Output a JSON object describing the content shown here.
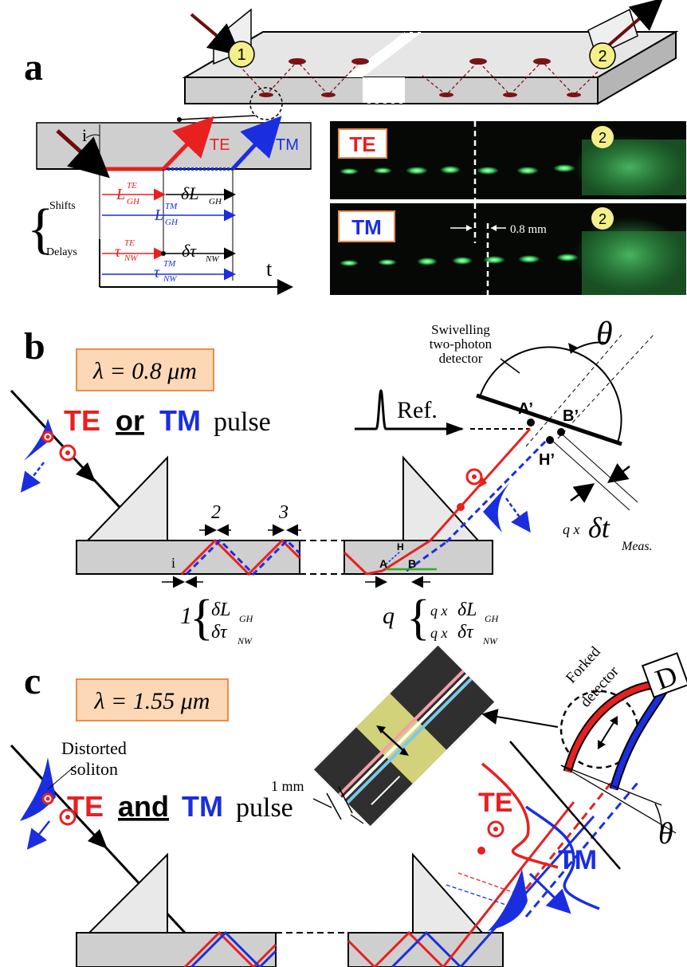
{
  "panel_a": {
    "label": "a",
    "port1": "1",
    "port2": "2",
    "angle_i": "i",
    "te": "TE",
    "tm": "TM",
    "shifts": "Shifts",
    "delays": "Delays",
    "l_gh_te": "L",
    "l_gh_te_sup": "TE",
    "l_gh_te_sub": "GH",
    "l_gh_tm": "L",
    "l_gh_tm_sup": "TM",
    "l_gh_tm_sub": "GH",
    "delta_l": "δL",
    "delta_l_sub": "GH",
    "tau_te": "τ",
    "tau_te_sup": "TE",
    "tau_te_sub": "NW",
    "tau_tm": "τ",
    "tau_tm_sup": "TM",
    "tau_tm_sub": "NW",
    "delta_tau": "δτ",
    "delta_tau_sub": "NW",
    "t_axis": "t",
    "photo_te_label": "TE",
    "photo_tm_label": "TM",
    "photo_port": "2",
    "scale_08mm": "0.8 mm"
  },
  "panel_b": {
    "label": "b",
    "wavelength": "λ = 0.8 μm",
    "pulse_te": "TE",
    "pulse_or": "or",
    "pulse_tm": "TM",
    "pulse_word": "pulse",
    "ref": "Ref.",
    "detector_line1": "Swivelling",
    "detector_line2": "two-photon",
    "detector_line3": "detector",
    "theta": "θ",
    "a_prime": "A’",
    "b_prime": "B’",
    "h_prime": "H’",
    "num2": "2",
    "num3": "3",
    "angle_i": "i",
    "pt_a": "A",
    "pt_b": "B",
    "pt_h": "H",
    "one": "1",
    "q": "q",
    "delta_l": "δL",
    "delta_l_sub": "GH",
    "delta_tau": "δτ",
    "delta_tau_sub": "NW",
    "qx": "q x",
    "q_delta_t": "q x δt",
    "meas_sub": "Meas."
  },
  "panel_c": {
    "label": "c",
    "wavelength": "λ = 1.55 μm",
    "distorted_line1": "Distorted",
    "distorted_line2": "soliton",
    "pulse_te": "TE",
    "pulse_and": "and",
    "pulse_tm": "TM",
    "pulse_word": "pulse",
    "scale_1mm": "1 mm",
    "forked_line1": "Forked",
    "forked_line2": "detector",
    "d_box": "D",
    "te": "TE",
    "tm": "TM",
    "theta": "θ"
  },
  "colors": {
    "te_red": "#e8201f",
    "tm_blue": "#1a2ee0",
    "dark_red": "#6b0d0d",
    "slab_gray": "#cfcfcf",
    "yellow_marker": "#f4ef8a",
    "wavelength_box": "#fcd8b6",
    "wavelength_border": "#f08a4b",
    "green_beam": "#33dd55"
  }
}
